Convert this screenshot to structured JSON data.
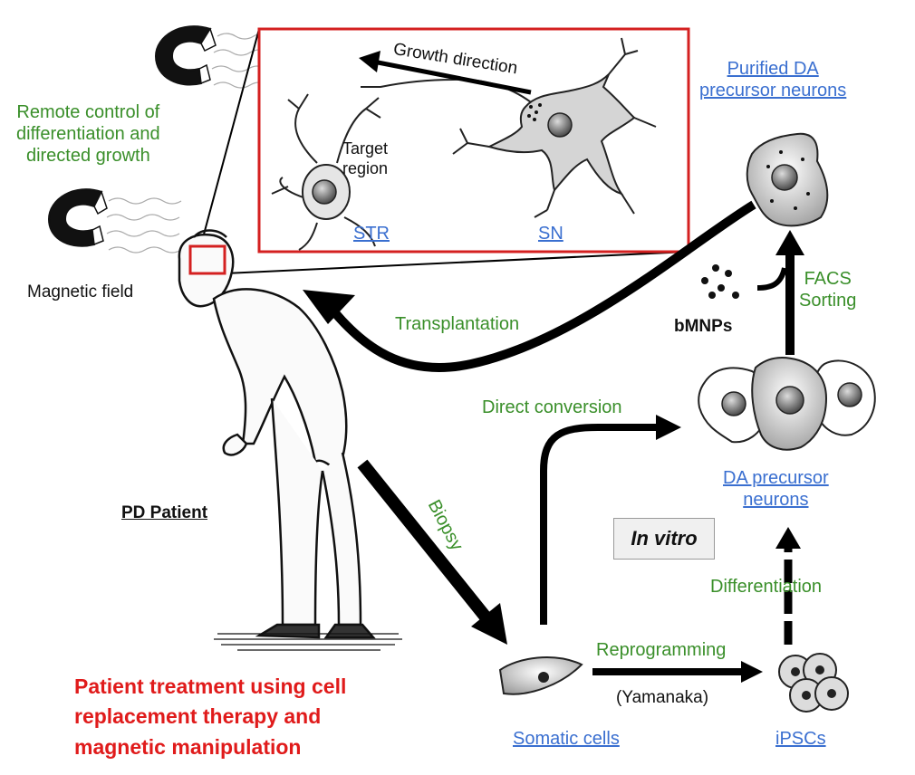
{
  "labels": {
    "remote_control": "Remote control of\ndifferentiation and\ndirected growth",
    "magnetic_field": "Magnetic field",
    "growth_direction": "Growth direction",
    "target_region": "Target\nregion",
    "str": "STR",
    "sn": "SN",
    "purified_da": "Purified DA\nprecursor neurons",
    "transplantation": "Transplantation",
    "bmnps": "bMNPs",
    "facs_sorting": "FACS\nSorting",
    "direct_conversion": "Direct conversion",
    "da_precursor": "DA precursor\nneurons",
    "pd_patient": "PD Patient",
    "biopsy": "Biopsy",
    "in_vitro": "In vitro",
    "differentiation": "Differentiation",
    "reprogramming": "Reprogramming",
    "yamanaka": "(Yamanaka)",
    "somatic_cells": "Somatic cells",
    "ipscs": "iPSCs",
    "treatment_caption": "Patient treatment using cell\nreplacement therapy and\nmagnetic manipulation"
  },
  "colors": {
    "green_text": "#3a8f2a",
    "blue_link": "#3a6fd0",
    "red_caption": "#e01b1b",
    "inset_border": "#d42020"
  }
}
